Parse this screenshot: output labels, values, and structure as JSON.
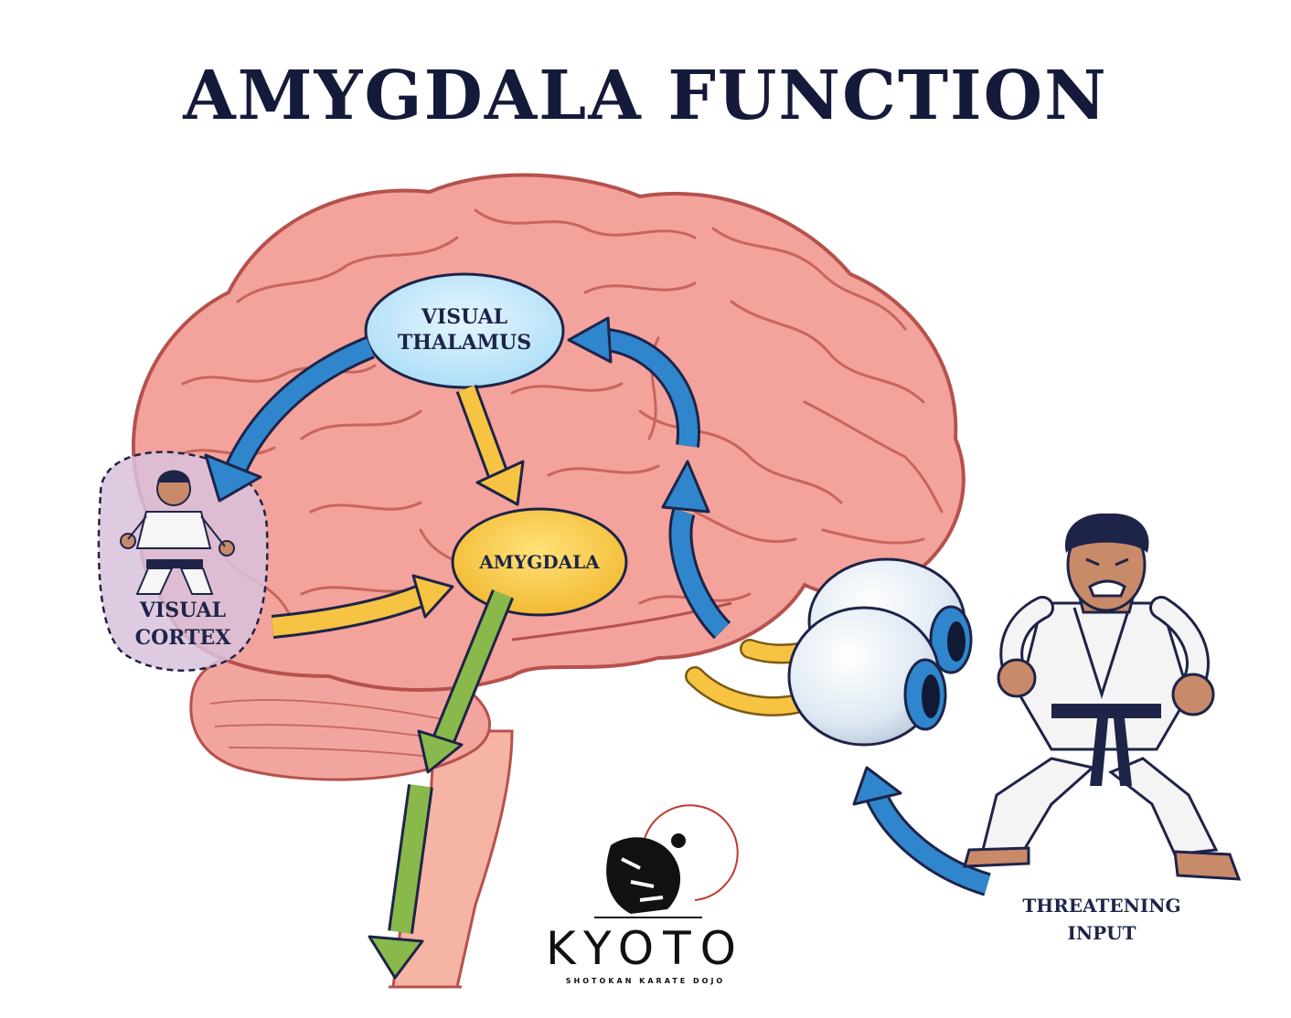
{
  "title": "AMYGDALA FUNCTION",
  "labels": {
    "visual_thalamus": [
      "VISUAL",
      "THALAMUS"
    ],
    "amygdala": "AMYGDALA",
    "visual_cortex": [
      "VISUAL",
      "CORTEX"
    ],
    "threatening_input": [
      "THREATENING",
      "INPUT"
    ]
  },
  "brand": {
    "name": "KYOTO",
    "subtitle": "SHOTOKAN KARATE DOJO"
  },
  "colors": {
    "title": "#151a3a",
    "brain": "#f3a39c",
    "brain_outline": "#b6514d",
    "thalamus": "#bfe6fb",
    "amygdala": "#f7c43f",
    "cortex_zone": "#d9c2dc",
    "arrow_blue": "#2f86cd",
    "arrow_yellow": "#f6c343",
    "arrow_green": "#88b94a"
  }
}
